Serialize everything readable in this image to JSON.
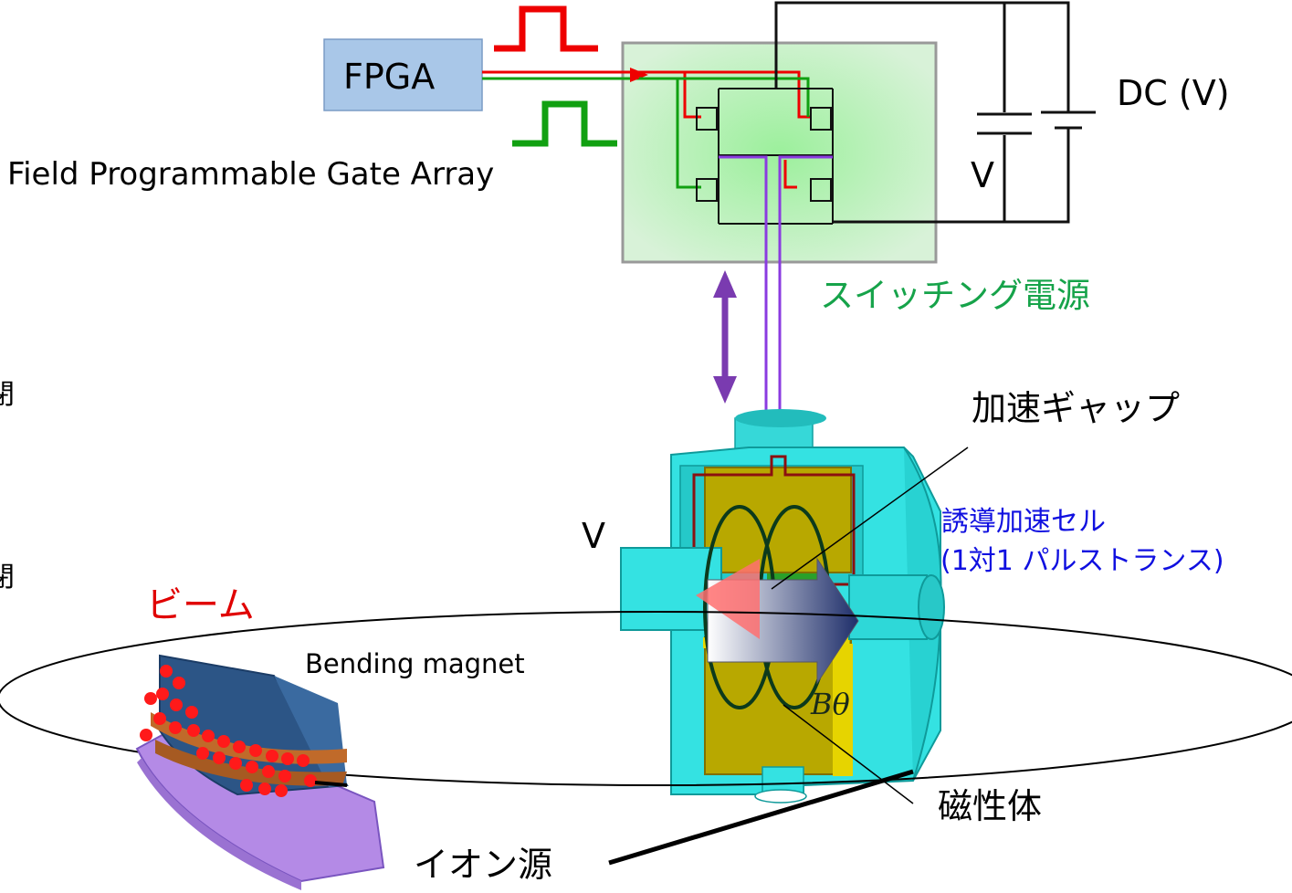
{
  "labels": {
    "fpga": "FPGA",
    "fpga_full": "Field Programmable Gate Array",
    "dc_supply": "DC (V)",
    "v_supply": "V",
    "switching_ps": "スイッチング電源",
    "accel_gap": "加速ギャップ",
    "induction_cell": "誘導加速セル",
    "pulse_transformer": "(1対1 パルストランス)",
    "v_cell": "V",
    "beam": "ビーム",
    "bending_magnet": "Bending magnet",
    "b_theta": "Bθ",
    "magnetic_body": "磁性体",
    "ion_source": "イオン源",
    "edge_char_1": "閉",
    "edge_char_2": "閉"
  },
  "colors": {
    "fpga_box": "#a9c7e8",
    "switch_box": "#cdeccd",
    "pulse_red": "#ee0000",
    "pulse_green": "#11a011",
    "output_line": "#8a3be0",
    "cell_body": "#3ee0e0",
    "magnetic_core": "#b8a800",
    "magnet_body": "#2c5586",
    "magnet_base": "#b890ee",
    "beam_particles": "#ff1a1a"
  }
}
